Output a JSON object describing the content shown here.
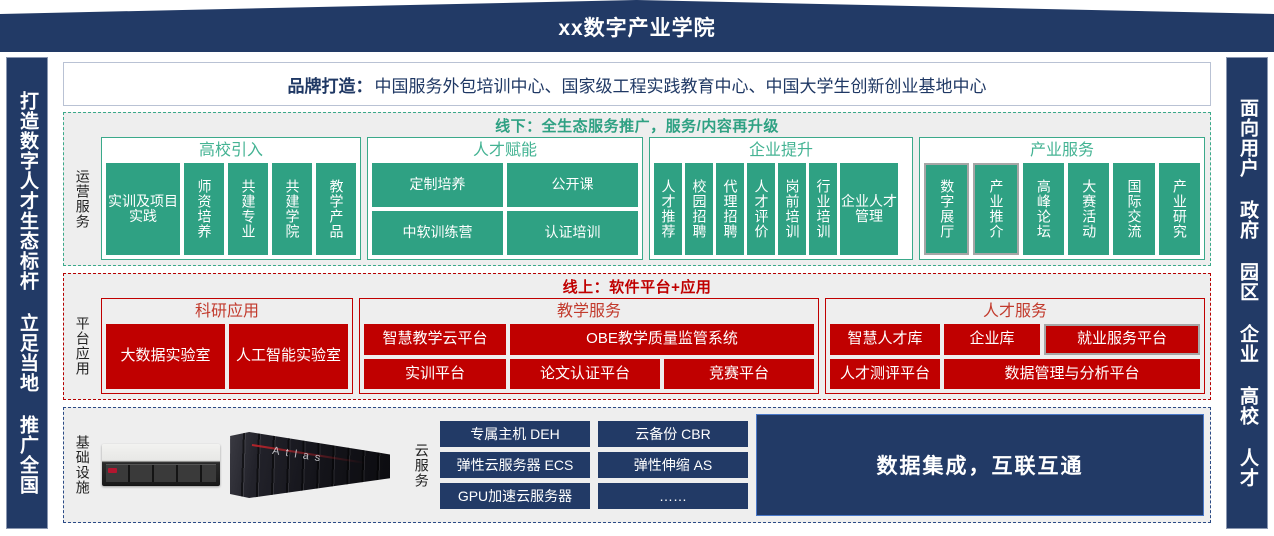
{
  "header": {
    "title": "xx数字产业学院"
  },
  "rails": {
    "left": "打造数字人才生态标杆 立足当地 推广全国",
    "right": "面向用户 政府 园区 企业 高校 人才"
  },
  "brand": {
    "label": "品牌打造：",
    "text": "中国服务外包培训中心、国家级工程实践教育中心、中国大学生创新创业基地中心"
  },
  "offline": {
    "title": "线下：全生态服务推广，服务/内容再升级",
    "side_tag": "运营服务",
    "groups": [
      {
        "name": "高校引入",
        "wide": [
          "实训及项目实践"
        ],
        "vertical": [
          "师资培养",
          "共建专业",
          "共建学院",
          "教学产品"
        ]
      },
      {
        "name": "人才赋能",
        "rows": [
          [
            "定制培养",
            "公开课"
          ],
          [
            "中软训练营",
            "认证培训"
          ]
        ]
      },
      {
        "name": "企业提升",
        "vertical": [
          "人才推荐",
          "校园招聘",
          "代理招聘",
          "人才评价",
          "岗前培训",
          "行业培训"
        ],
        "wide": [
          "企业人才管理"
        ]
      },
      {
        "name": "产业服务",
        "vertical_bordered": [
          "数字展厅",
          "产业推介"
        ],
        "vertical": [
          "高峰论坛",
          "大赛活动",
          "国际交流",
          "产业研究"
        ]
      }
    ]
  },
  "online": {
    "title": "线上：软件平台+应用",
    "side_tag": "平台应用",
    "groups": [
      {
        "name": "科研应用",
        "rows": [
          [
            "大数据实验室",
            "人工智能实验室"
          ]
        ]
      },
      {
        "name": "教学服务",
        "rows": [
          [
            "智慧教学云平台",
            "OBE教学质量监管系统"
          ],
          [
            "实训平台",
            "论文认证平台",
            "竞赛平台"
          ]
        ]
      },
      {
        "name": "人才服务",
        "rows": [
          [
            "智慧人才库",
            "企业库",
            "就业服务平台"
          ],
          [
            "人才测评平台",
            "数据管理与分析平台"
          ]
        ]
      }
    ]
  },
  "infra": {
    "side_tag": "基础设施",
    "cloud_tag": "云服务",
    "server_label": "Atlas",
    "cloud_col1": [
      "专属主机 DEH",
      "弹性云服务器 ECS",
      "GPU加速云服务器"
    ],
    "cloud_col2": [
      "云备份 CBR",
      "弹性伸缩 AS",
      "……"
    ],
    "data_panel": "数据集成，互联互通"
  },
  "colors": {
    "navy": "#223a66",
    "green": "#2fa183",
    "red": "#c00000",
    "band_bg": "#eeeeee"
  }
}
